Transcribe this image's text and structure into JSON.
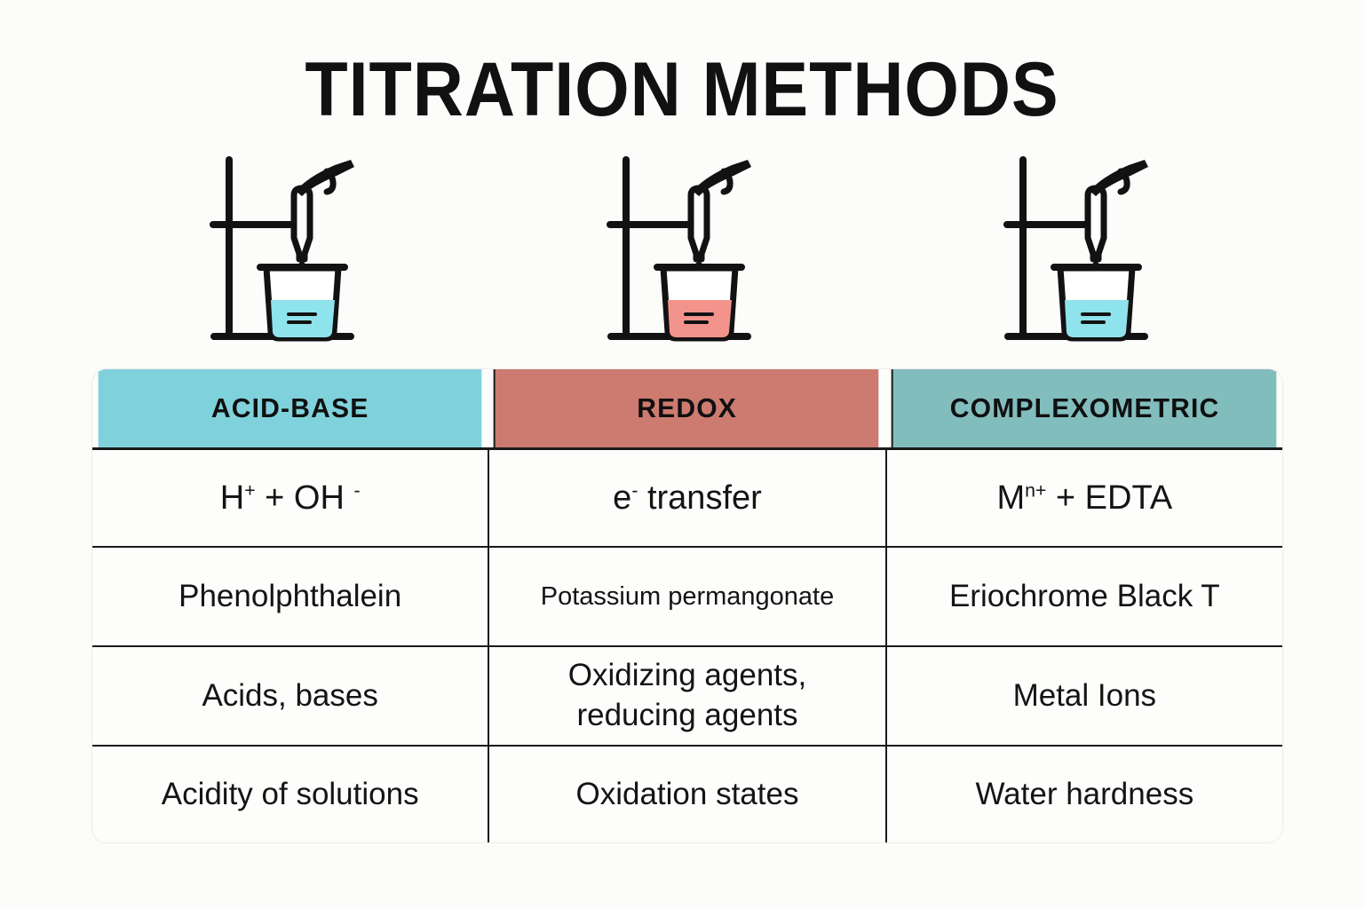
{
  "title": "TITRATION METHODS",
  "colors": {
    "background": "#fcfcfa",
    "acid_base_header": "#7FD2DC",
    "redox_header": "#CD7B70",
    "complexometric_header": "#82BDBD",
    "acid_base_liquid": "#8FE3EC",
    "redox_liquid": "#F2948C",
    "complexometric_liquid": "#8FE3EC",
    "ink": "#1a1a1a",
    "grid_line": "#1a1a1a"
  },
  "illustrations": [
    {
      "name": "acid-base-titration-setup",
      "liquid_color": "#8FE3EC"
    },
    {
      "name": "redox-titration-setup",
      "liquid_color": "#F2948C"
    },
    {
      "name": "complexometric-titration-setup",
      "liquid_color": "#8FE3EC"
    }
  ],
  "table": {
    "headers": [
      {
        "label": "ACID-BASE",
        "color": "#7FD2DC"
      },
      {
        "label": "REDOX",
        "color": "#CD7B70"
      },
      {
        "label": "COMPLEXOMETRIC",
        "color": "#82BDBD"
      }
    ],
    "rows": [
      {
        "name": "reaction-formula",
        "cells": [
          {
            "text": "H+ + OH -",
            "base": "H",
            "sup": "+",
            "tail": " + OH",
            "sup2": "-"
          },
          {
            "text": "e- transfer"
          },
          {
            "text": "Mn+ + EDTA"
          }
        ]
      },
      {
        "name": "indicator",
        "cells": [
          {
            "text": "Phenolphthalein"
          },
          {
            "text": "Potassium permangonate"
          },
          {
            "text": "Eriochrome Black T"
          }
        ]
      },
      {
        "name": "analyte",
        "cells": [
          {
            "text": "Acids, bases"
          },
          {
            "line1": "Oxidizing agents,",
            "line2": "reducing agents"
          },
          {
            "text": "Metal Ions"
          }
        ]
      },
      {
        "name": "application",
        "cells": [
          {
            "text": "Acidity of solutions"
          },
          {
            "text": "Oxidation states"
          },
          {
            "text": "Water hardness"
          }
        ]
      }
    ]
  }
}
